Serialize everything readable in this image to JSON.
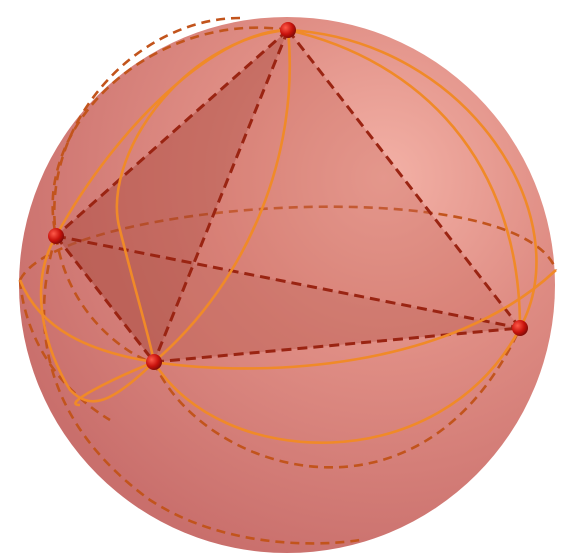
{
  "diagram": {
    "kind": "sphere-with-inscribed-tetrahedron",
    "colors": {
      "sphere_fill": "#d9877f",
      "sphere_shade": "#c96f6c",
      "sphere_highlight": "#f1aaa0",
      "great_circle": "#f08a28",
      "hidden_circle": "#c2541c",
      "tetra_edge": "#9a2412",
      "face_fill": "#b55a4d",
      "vertex": "#c8120c",
      "vertex_rim": "#7d0b07"
    },
    "vertices": [
      {
        "id": "top",
        "name": "vertex-top"
      },
      {
        "id": "left",
        "name": "vertex-left"
      },
      {
        "id": "front",
        "name": "vertex-front"
      },
      {
        "id": "right",
        "name": "vertex-right"
      }
    ]
  }
}
